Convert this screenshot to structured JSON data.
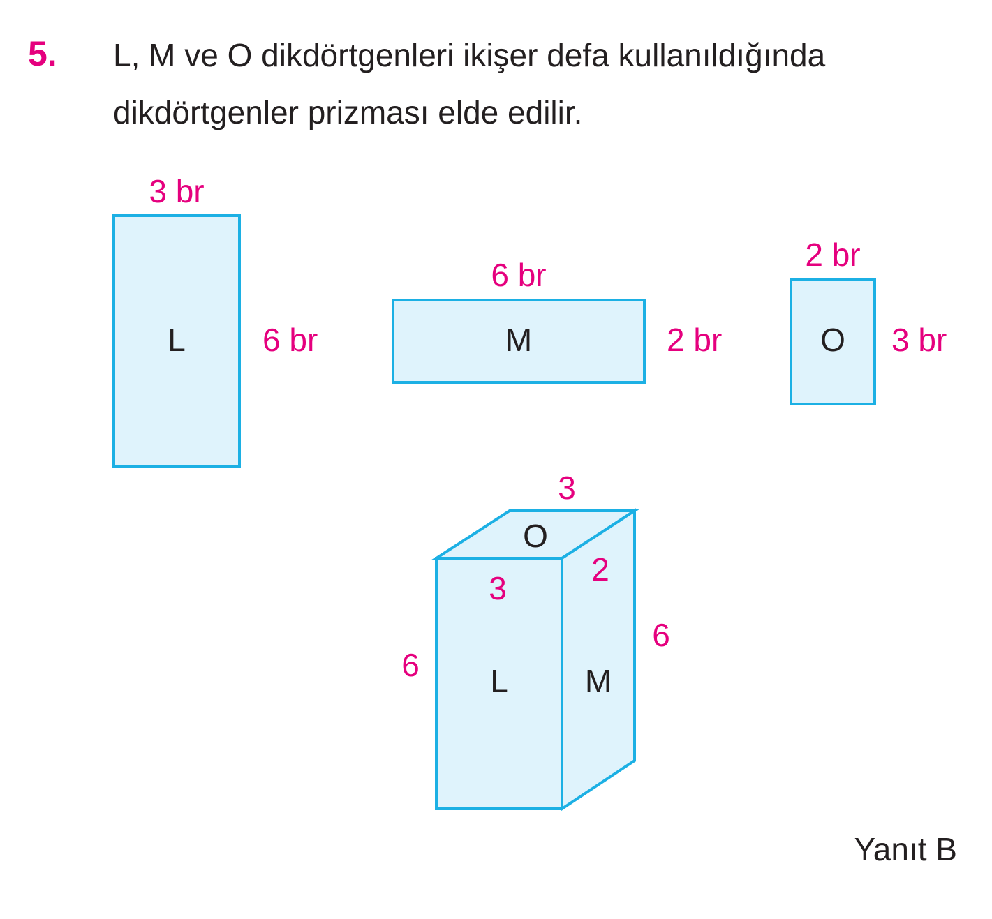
{
  "question": {
    "number": "5.",
    "line1": "L, M ve O dikdörtgenleri ikişer defa kullanıldığında",
    "line2": "dikdörtgenler prizması elde edilir."
  },
  "rectangles": {
    "L": {
      "label": "L",
      "width_label": "3 br",
      "height_label": "6 br"
    },
    "M": {
      "label": "M",
      "width_label": "6 br",
      "height_label": "2 br"
    },
    "O": {
      "label": "O",
      "width_label": "2 br",
      "height_label": "3 br"
    }
  },
  "prism": {
    "top_face": "O",
    "front_face": "L",
    "side_face": "M",
    "top_back_edge": "3",
    "top_side_edge": "2",
    "front_top_edge": "3",
    "front_height": "6",
    "side_height": "6"
  },
  "answer": "Yanıt B",
  "colors": {
    "accent": "#e5007e",
    "outline": "#1cb0e4",
    "fill": "#dff3fc",
    "text": "#231f20"
  }
}
